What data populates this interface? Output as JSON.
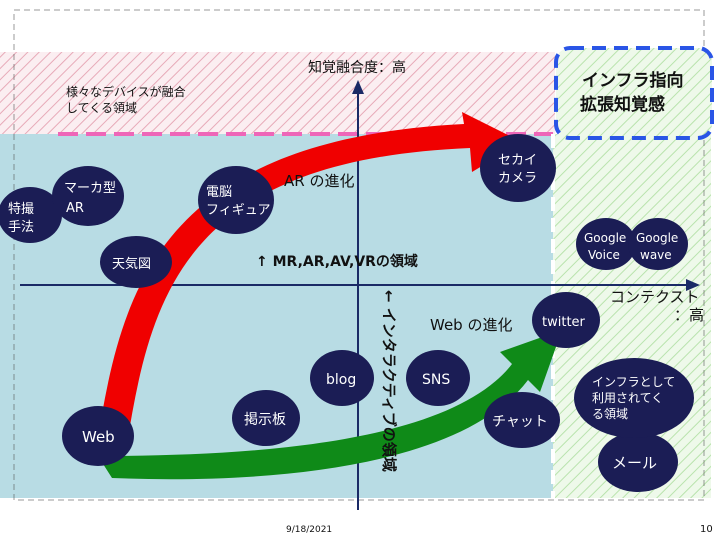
{
  "labels": {
    "top_axis": "知覚融合度：高",
    "left_region": [
      "様々なデバイスが融合",
      "してくる領域"
    ],
    "infra_callout": [
      "インフラ指向",
      "拡張知覚感"
    ],
    "context_axis": [
      "コンテクスト",
      "：高"
    ],
    "infra_region": [
      "インフラとして",
      "利用されてく",
      "る領域"
    ],
    "ar_evolution": "AR の進化",
    "web_evolution": "Web の進化",
    "mr_region": "↑ MR,AR,AV,VRの領域",
    "interactive_region": "← インタラクティブの領域",
    "footer_date": "9/18/2021",
    "page_number": "10"
  },
  "nodes": {
    "sfx": [
      "特撮",
      "手法"
    ],
    "marker": "マーカ型",
    "ar": "AR",
    "dennou": [
      "電脳",
      "フィギュア"
    ],
    "tenki": "天気図",
    "sekai": [
      "セカイ",
      "カメラ"
    ],
    "google_voice": [
      "Google",
      "Voice"
    ],
    "google_wave": [
      "Google",
      "wave"
    ],
    "twitter": "twitter",
    "blog": "blog",
    "sns": "SNS",
    "keijiban": "掲示板",
    "chat": "チャット",
    "web": "Web",
    "mail": "メール"
  },
  "colors": {
    "left_band": "#f2d7dd",
    "main_area": "#b8dce4",
    "right_area": "#d6efcf",
    "infra_border": "#2a55e6",
    "pink_divider": "#ee66b8",
    "red_arrow": "#f00000",
    "green_arrow": "#0f8a18",
    "node_fill": "#1b1d55"
  }
}
